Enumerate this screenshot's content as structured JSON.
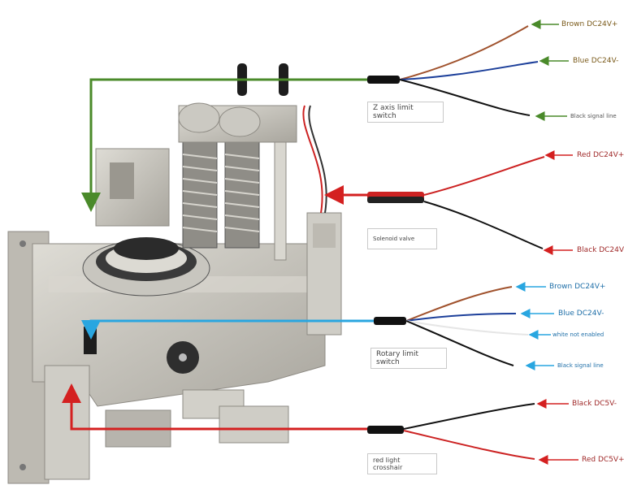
{
  "labels": {
    "z_axis_limit_switch": "Z axis limit switch",
    "solenoid_valve": "Solenoid valve",
    "rotary_limit_switch": "Rotary limit switch",
    "red_light_crosshair": "red light crosshair"
  },
  "z_wires": {
    "brown": "Brown DC24V+",
    "blue": "Blue DC24V-",
    "black": "Black signal line"
  },
  "solenoid_wires": {
    "red": "Red DC24V+",
    "black": "Black DC24V-"
  },
  "rotary_wires": {
    "brown": "Brown DC24V+",
    "blue": "Blue DC24V-",
    "white": "white not enabled",
    "black": "Black signal line"
  },
  "laser_wires": {
    "black": "Black DC5V-",
    "red": "Red DC5V+"
  },
  "colors": {
    "green_lead": "#4a8a2a",
    "red_lead": "#d42020",
    "cyan_lead": "#29a6e0",
    "brown_wire": "#a0522d",
    "blue_wire": "#1c3f9a",
    "metal": "#c8c6bf"
  }
}
